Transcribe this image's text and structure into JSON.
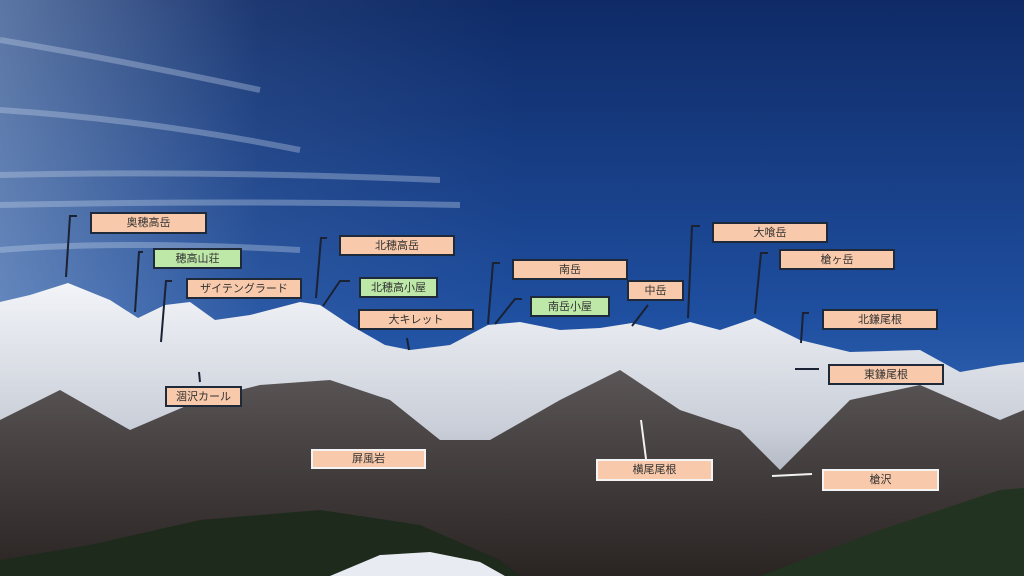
{
  "labels": {
    "okuhotaka": "奥穂高岳",
    "hotaka_sanso": "穂高山荘",
    "zaiten_grat": "ザイテングラード",
    "kitahotaka": "北穂高岳",
    "kitahotaka_goya": "北穂高小屋",
    "daikiretto": "大キレット",
    "karasawa_cirque": "涸沢カール",
    "byobuiwa": "屏風岩",
    "minamidake": "南岳",
    "minamidake_goya": "南岳小屋",
    "nakadake": "中岳",
    "obami": "大喰岳",
    "yarigatake": "槍ヶ岳",
    "kitakama_one": "北鎌尾根",
    "higashikama_one": "東鎌尾根",
    "yokoo_one": "横尾尾根",
    "yarisawa": "槍沢"
  },
  "colors": {
    "peak_label": "#f8c9aa",
    "hut_label": "#bde8a8",
    "sky_top": "#0f2f6e",
    "sky_horizon": "#3f78c8"
  }
}
